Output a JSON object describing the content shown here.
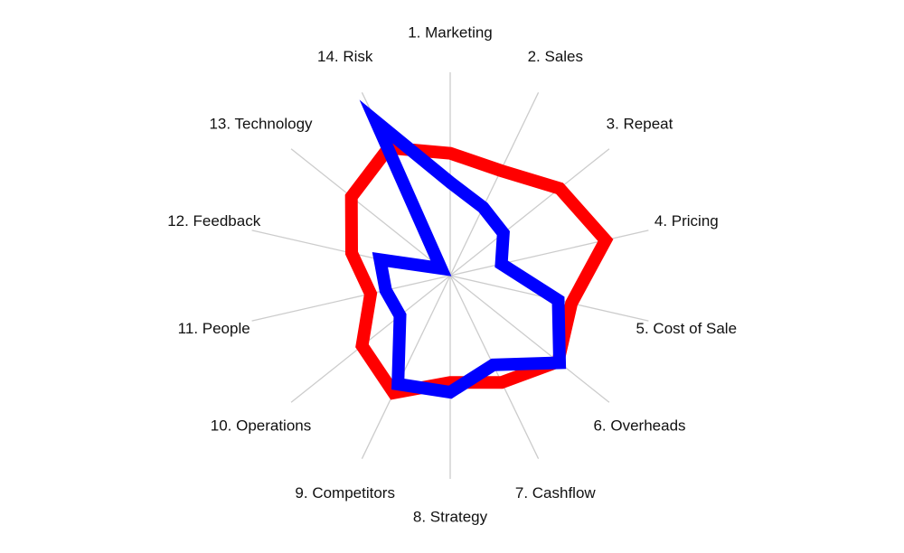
{
  "chart_data": {
    "type": "radar",
    "categories": [
      "1. Marketing",
      "2. Sales",
      "3. Repeat",
      "4. Pricing",
      "5. Cost of Sale",
      "6. Overheads",
      "7. Cashflow",
      "8. Strategy",
      "9. Competitors",
      "10. Operations",
      "11. People",
      "12. Feedback",
      "13. Technology",
      "14. Risk"
    ],
    "series": [
      {
        "color": "#ff0000",
        "values": [
          6.3,
          6.0,
          7.2,
          8.2,
          6.4,
          7.1,
          6.1,
          5.5,
          6.7,
          5.8,
          4.2,
          5.2,
          6.5,
          7.3
        ]
      },
      {
        "color": "#0000ff",
        "values": [
          4.8,
          3.9,
          3.5,
          2.7,
          5.7,
          7.2,
          5.1,
          6.0,
          6.2,
          3.3,
          3.4,
          3.7,
          0.6,
          8.8
        ]
      }
    ],
    "scale_max": 10,
    "grid": true,
    "legend": "none"
  }
}
